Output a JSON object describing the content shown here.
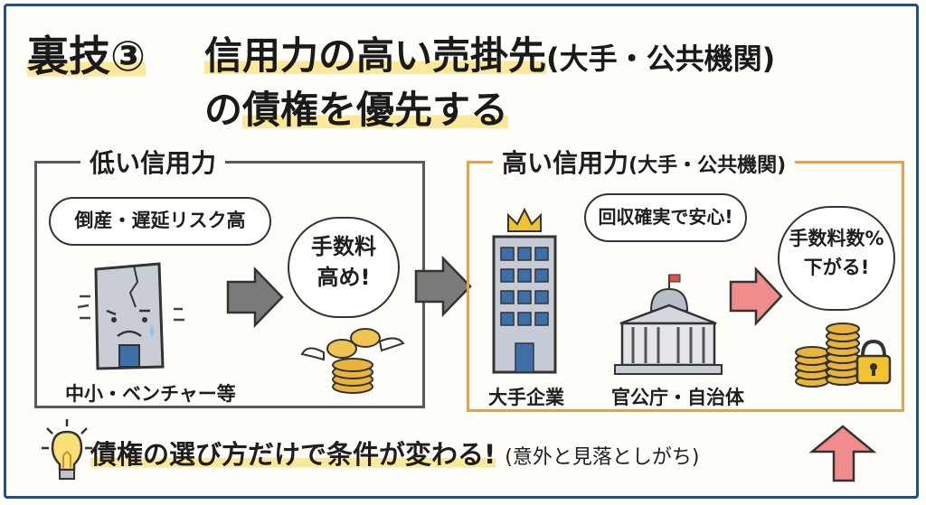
{
  "header": {
    "tag": "裏技③",
    "title_line1": "信用力の高い売掛先",
    "title_paren": "(大手・公共機関)",
    "title_line2_prefix": "の",
    "title_line2_highlight": "債権を優先する"
  },
  "panel_low": {
    "title": "低い信用力",
    "bubble": "倒産・遅延リスク高",
    "fee_bubble_line1": "手数料",
    "fee_bubble_line2": "高め!",
    "building_label": "中小・ベンチャー等"
  },
  "panel_high": {
    "title": "高い信用力",
    "title_paren": "(大手・公共機関)",
    "bubble": "回収確実で安心!",
    "fee_bubble_line1": "手数料数%",
    "fee_bubble_line2": "下がる!",
    "company_label": "大手企業",
    "gov_label": "官公庁・自治体"
  },
  "footer": {
    "text": "債権の選び方だけで条件が変わる!",
    "note": "(意外と見落としがち)"
  },
  "colors": {
    "frame": "#1f4f86",
    "highlight": "#fbe89a",
    "panel_high_border": "#e8a04a",
    "arrow_gray": "#7a7a7a",
    "arrow_pink": "#f08c8c",
    "coin": "#e7b43c",
    "building_blue": "#3f6fa8"
  },
  "icons": [
    "cracked-building-icon",
    "winged-coins-icon",
    "crowned-building-icon",
    "government-building-icon",
    "coin-lock-icon",
    "lightbulb-icon",
    "arrow-icon"
  ]
}
